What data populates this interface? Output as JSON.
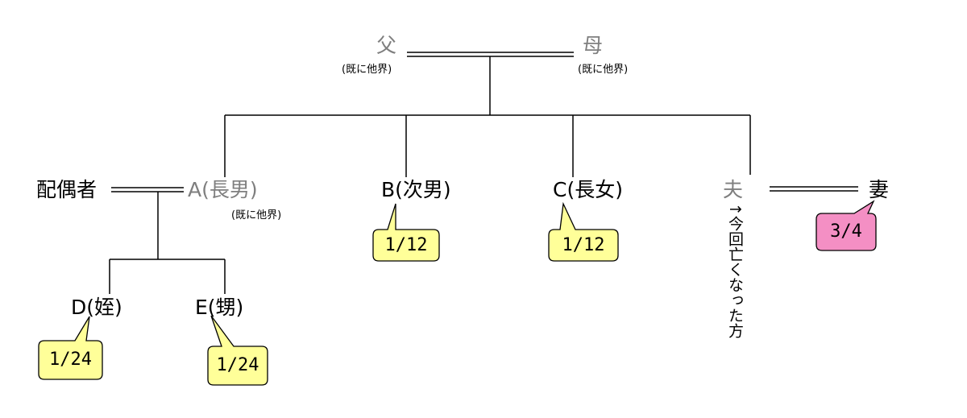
{
  "father": {
    "name": "父",
    "note": "(既に他界)"
  },
  "mother": {
    "name": "母",
    "note": "(既に他界)"
  },
  "spouse_of_a": {
    "name": "配偶者"
  },
  "child_a": {
    "name": "A(長男)",
    "note": "(既に他界)"
  },
  "child_b": {
    "name": "B(次男)",
    "share": "1/12"
  },
  "child_c": {
    "name": "C(長女)",
    "share": "1/12"
  },
  "husband": {
    "name": "夫",
    "note": "↑今回亡くなった方"
  },
  "wife": {
    "name": "妻",
    "share": "3/4"
  },
  "grandchild_d": {
    "name": "D(姪)",
    "share": "1/24"
  },
  "grandchild_e": {
    "name": "E(甥)",
    "share": "1/24"
  },
  "colors": {
    "deceased_text": "#7f7f7f",
    "callout_yellow": "#ffff99",
    "callout_pink": "#f48fc4",
    "line": "#000000"
  }
}
